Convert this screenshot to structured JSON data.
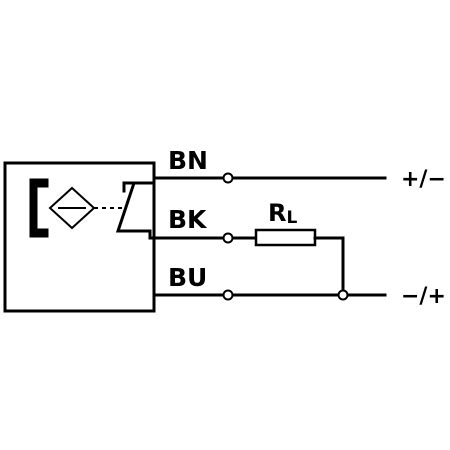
{
  "wires": {
    "brown": "BN",
    "black": "BK",
    "blue": "BU"
  },
  "supply": {
    "top": "+/−",
    "bottom": "−/+"
  },
  "load": {
    "label": "R",
    "subscript": "L"
  }
}
